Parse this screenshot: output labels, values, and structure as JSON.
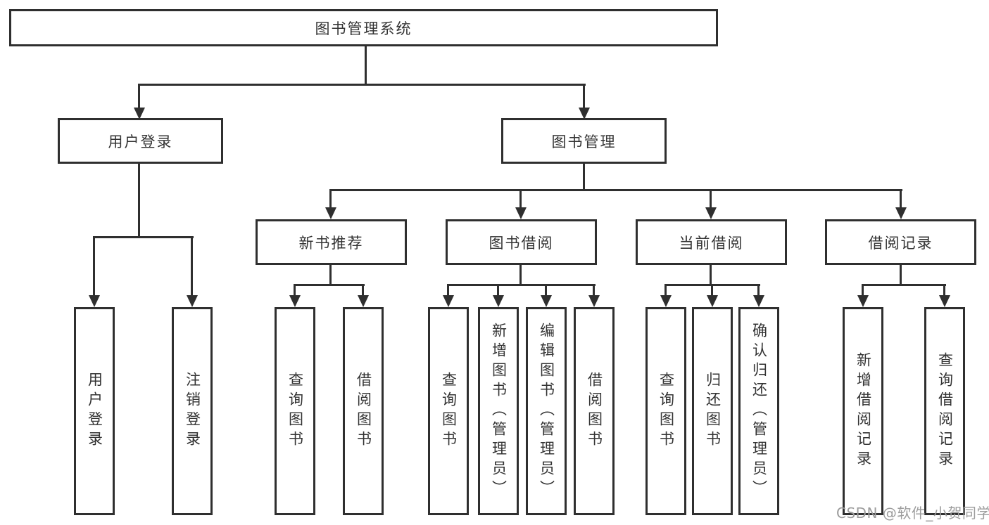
{
  "diagram": {
    "root": {
      "label": "图书管理系统"
    },
    "branches": [
      {
        "label": "用户登录",
        "children": [
          "用户登录",
          "注销登录"
        ]
      },
      {
        "label": "图书管理",
        "groups": [
          {
            "label": "新书推荐",
            "children": [
              "查询图书",
              "借阅图书"
            ]
          },
          {
            "label": "图书借阅",
            "children": [
              "查询图书",
              "新增图书（管理员）",
              "编辑图书（管理员）",
              "借阅图书"
            ]
          },
          {
            "label": "当前借阅",
            "children": [
              "查询图书",
              "归还图书",
              "确认归还（管理员）"
            ]
          },
          {
            "label": "借阅记录",
            "children": [
              "新增借阅记录",
              "查询借阅记录"
            ]
          }
        ]
      }
    ]
  },
  "watermark": {
    "text": "CSDN @软件_小贺同学"
  },
  "colors": {
    "line": "#2f2f2f",
    "text": "#333333",
    "watermark": "#9c9c9c",
    "background": "#ffffff"
  }
}
